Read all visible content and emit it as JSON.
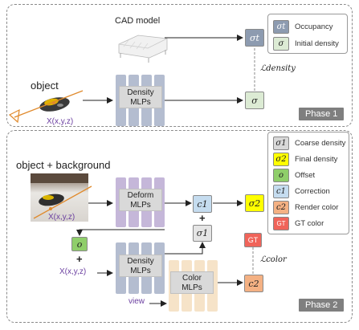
{
  "phase1": {
    "label": "Phase 1",
    "cad_label": "CAD model",
    "object_label": "object",
    "coord_label": "X(x,y,z)",
    "mlp_line1": "Density",
    "mlp_line2": "MLPs",
    "sigma_t": "σt",
    "sigma": "σ",
    "loss": "ℒdensity"
  },
  "legend1": {
    "items": [
      {
        "symbol": "σt",
        "text": "Occupancy",
        "color": "#8d9bb0"
      },
      {
        "symbol": "σ",
        "text": "Initial density",
        "color": "#dcebd4"
      }
    ]
  },
  "phase2": {
    "label": "Phase 2",
    "title": "object + background",
    "coord_label": "X(x,y,z)",
    "coord_label2": "X(x,y,z)",
    "deform_line1": "Deform",
    "deform_line2": "MLPs",
    "density_line1": "Density",
    "density_line2": "MLPs",
    "color_line1": "Color",
    "color_line2": "MLPs",
    "view_label": "view",
    "offset_symbol": "o",
    "plus": "+",
    "c1": "c1",
    "sigma2": "σ2",
    "sigma1": "σ1",
    "c2": "c2",
    "gt": "GT",
    "loss": "ℒcolor"
  },
  "legend2": {
    "items": [
      {
        "symbol": "σ1",
        "text": "Coarse density",
        "color": "#d9d9d9"
      },
      {
        "symbol": "σ2",
        "text": "Final density",
        "color": "#ffff00"
      },
      {
        "symbol": "o",
        "text": "Offset",
        "color": "#8fce6a"
      },
      {
        "symbol": "c1",
        "text": "Correction",
        "color": "#c5dcef"
      },
      {
        "symbol": "c2",
        "text": "Render color",
        "color": "#f4b183"
      },
      {
        "symbol": "GT",
        "text": "GT color",
        "color": "#f0645a"
      }
    ]
  }
}
